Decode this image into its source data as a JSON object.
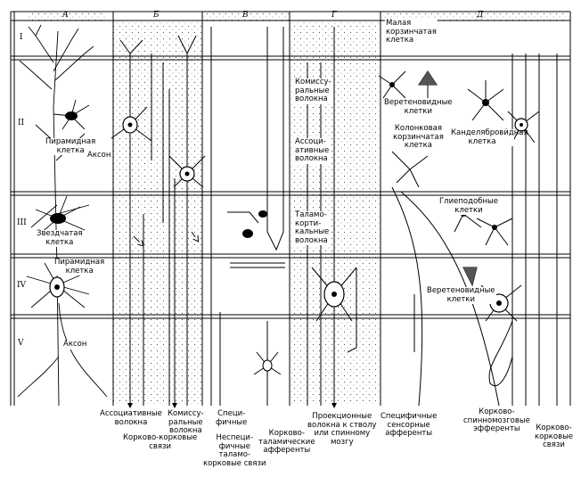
{
  "figure": {
    "columns": [
      "А",
      "Б",
      "В",
      "Г",
      "Д"
    ],
    "layers": [
      "I",
      "II",
      "III",
      "IV",
      "V"
    ],
    "labels": {
      "pyramidal_cell_1": "Пирамидная\nклетка",
      "axon_1": "Аксон",
      "stellate_cell": "Звездчатая\nклетка",
      "pyramidal_cell_2": "Пирамидная\nклетка",
      "axon_2": "Аксон",
      "commissural_fibers": "Комиссу-\nральные\nволокна",
      "associative_fibers": "Ассоци-\nативные\nволокна",
      "thalamocortical_fibers": "Таламо-\nкорти-\nкальные\nволокна",
      "small_basket_cell": "Малая\nкорзинчатая\nклетка",
      "spindle_cells_1": "Веретеновидные\nклетки",
      "column_basket_cell": "Колонковая\nкорзинчатая\nклетка",
      "chandelier_cell": "Канделяброви̇дная клетка",
      "glia_like_cells": "Глиеподобные\nклетки",
      "spindle_cells_2": "Веретеновидные\nклетки"
    },
    "bottom": {
      "associative_fibers": "Ассоциативные\nволокна",
      "commissural_fibers": "Комиссу-\nральные\nволокна",
      "cortico_cortical_1": "Корково-корковые\nсвязи",
      "specific": "Специ-\nфичные",
      "nonspecific_thalamocortical": "Неспеци-\nфичные\nталамо-\nкорковые связи",
      "corticothalamic_afferents": "Корково-\nталамические\nафференты",
      "projection_fibers": "Проекционные\nволокна к стволу\nили спинному\nмозгу",
      "specific_sensory_afferents": "Специфичные\nсенсорные\nафференты",
      "corticospinal_efferents": "Корково-\nспинномозговые\nэфференты",
      "cortico_cortical_2": "Корково-\nкорковые\nсвязи"
    }
  }
}
